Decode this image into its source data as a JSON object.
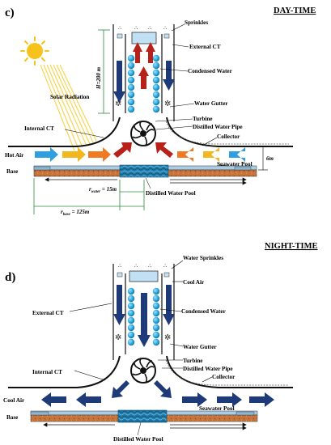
{
  "top": {
    "panel_label": "c)",
    "mode_title": "DAY-TIME",
    "labels": {
      "sprinkles": "Sprinkles",
      "external_ct": "External CT",
      "height": "H=200 m",
      "condensed_water": "Condensed Water",
      "solar_radiation": "Solar Radiation",
      "water_gutter": "Water Gutter",
      "internal_ct": "Internal CT",
      "turbine": "Turbine",
      "distilled_water_pipe": "Distilled Water Pipe",
      "collector": "Collector",
      "hot_air": "Hot Air",
      "height_6m": "6m",
      "base": "Base",
      "seawater_pool": "Seawater Pool",
      "r_water": "r",
      "r_water_sub": "water",
      "r_water_val": " = 15m",
      "distilled_water_pool": "Distilled Water Pool",
      "r_base": "r",
      "r_base_sub": "base",
      "r_base_val": " = 125m"
    }
  },
  "bottom": {
    "panel_label": "d)",
    "mode_title": "NIGHT-TIME",
    "labels": {
      "water_sprinkles": "Water Sprinkles",
      "cool_air_top": "Cool Air",
      "external_ct": "External CT",
      "condensed_water": "Condensed Water",
      "water_gutter": "Water Gutter",
      "turbine": "Turbine",
      "internal_ct": "Internal CT",
      "distilled_water_pipe": "Distilled Water Pipe",
      "collector": "Collector",
      "cool_air_left": "Cool Air",
      "seawater_pool": "Seawater Pool",
      "base": "Base",
      "distilled_water_pool": "Distilled Water Pool"
    }
  },
  "colors": {
    "navy": "#1f3a78",
    "cyan_drop": "#29a8df",
    "red_arrow": "#b8201a",
    "orange_arrow": "#f07a22",
    "yellow_arrow": "#f2b71c",
    "blue_arrow": "#2e9fe0",
    "sand": "#c8743a",
    "water": "#1f7aa8",
    "seawater": "#a9cde6",
    "sun": "#f7c21c"
  }
}
